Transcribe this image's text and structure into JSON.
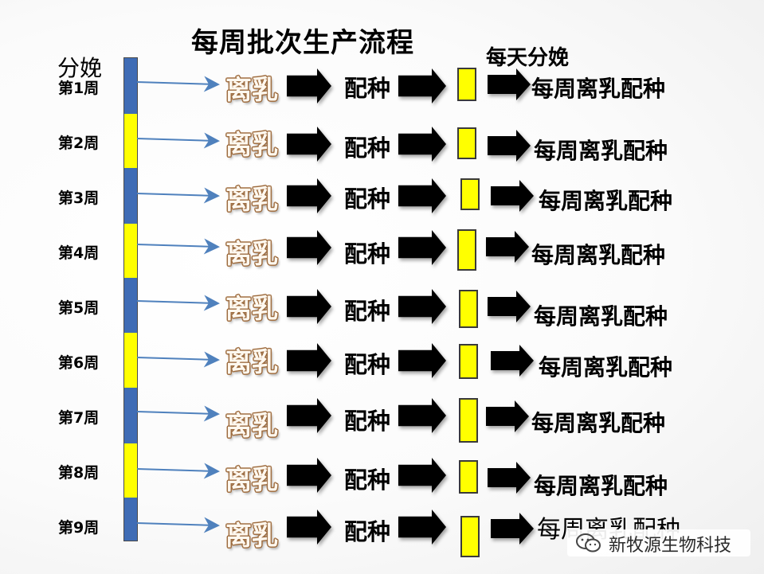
{
  "title": "每周批次生产流程",
  "subtitle": "每天分娩",
  "axis_label": "分娩",
  "weeks": [
    {
      "label": "第1周",
      "weaning": "离乳",
      "mating": "配种",
      "daily_mating": "每周离乳配种"
    },
    {
      "label": "第2周",
      "weaning": "离乳",
      "mating": "配种",
      "daily_mating": "每周离乳配种"
    },
    {
      "label": "第3周",
      "weaning": "离乳",
      "mating": "配种",
      "daily_mating": "每周离乳配种"
    },
    {
      "label": "第4周",
      "weaning": "离乳",
      "mating": "配种",
      "daily_mating": "每周离乳配种"
    },
    {
      "label": "第5周",
      "weaning": "离乳",
      "mating": "配种",
      "daily_mating": "每周离乳配种"
    },
    {
      "label": "第6周",
      "weaning": "离乳",
      "mating": "配种",
      "daily_mating": "每周离乳配种"
    },
    {
      "label": "第7周",
      "weaning": "离乳",
      "mating": "配种",
      "daily_mating": "每周离乳配种"
    },
    {
      "label": "第8周",
      "weaning": "离乳",
      "mating": "配种",
      "daily_mating": "每周离乳配种"
    },
    {
      "label": "第9周",
      "weaning": "离乳",
      "mating": "配种",
      "daily_mating": "每周离乳配种"
    }
  ],
  "watermark": {
    "text": "新牧源生物科技",
    "icon": "wechat-icon"
  },
  "colors": {
    "strip_blue": "#3f6cb5",
    "strip_yellow": "#ffff00",
    "connector_blue": "#4f81bd",
    "block_arrow": "#000000",
    "box_yellow": "#ffff00"
  }
}
